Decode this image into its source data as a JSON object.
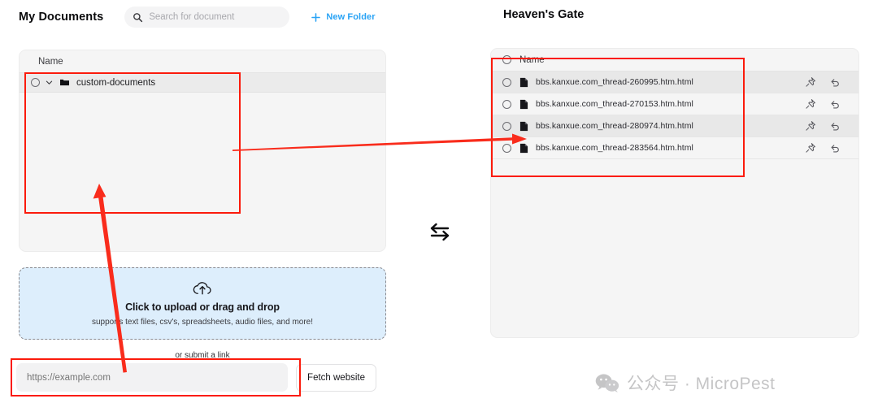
{
  "left": {
    "title": "My Documents",
    "search": {
      "placeholder": "Search for document",
      "icon": "search-icon"
    },
    "new_folder": {
      "label": "New Folder",
      "icon": "plus-icon",
      "color": "#29a3f5"
    },
    "column_header": "Name",
    "tree": [
      {
        "name": "custom-documents",
        "type": "folder",
        "expanded": true,
        "checked": false
      }
    ],
    "upload": {
      "icon": "cloud-upload-icon",
      "title": "Click to upload or drag and drop",
      "subtitle": "supports text files, csv's, spreadsheets, audio files, and more!",
      "or_label": "or submit a link",
      "url_placeholder": "https://example.com",
      "url_value": "",
      "fetch_label": "Fetch website"
    }
  },
  "swap": {
    "icon": "swap-horizontal-icon"
  },
  "right": {
    "title": "Heaven's Gate",
    "column_header": "Name",
    "files": [
      {
        "name": "bbs.kanxue.com_thread-260995.htm.html",
        "checked": false
      },
      {
        "name": "bbs.kanxue.com_thread-270153.htm.html",
        "checked": false
      },
      {
        "name": "bbs.kanxue.com_thread-280974.htm.html",
        "checked": false
      },
      {
        "name": "bbs.kanxue.com_thread-283564.htm.html",
        "checked": false
      }
    ],
    "row_actions": [
      {
        "icon": "pin-icon",
        "name": "pin-button"
      },
      {
        "icon": "undo-icon",
        "name": "restore-button"
      }
    ]
  },
  "watermark": {
    "icon": "wechat-icon",
    "text": "公众号 · MicroPest"
  },
  "annotations": {
    "highlight_color": "#fb1b0c",
    "boxes": [
      "left-folder-area",
      "right-file-list",
      "url-input"
    ],
    "arrows": [
      "left-to-right-transfer",
      "url-to-folder"
    ]
  }
}
